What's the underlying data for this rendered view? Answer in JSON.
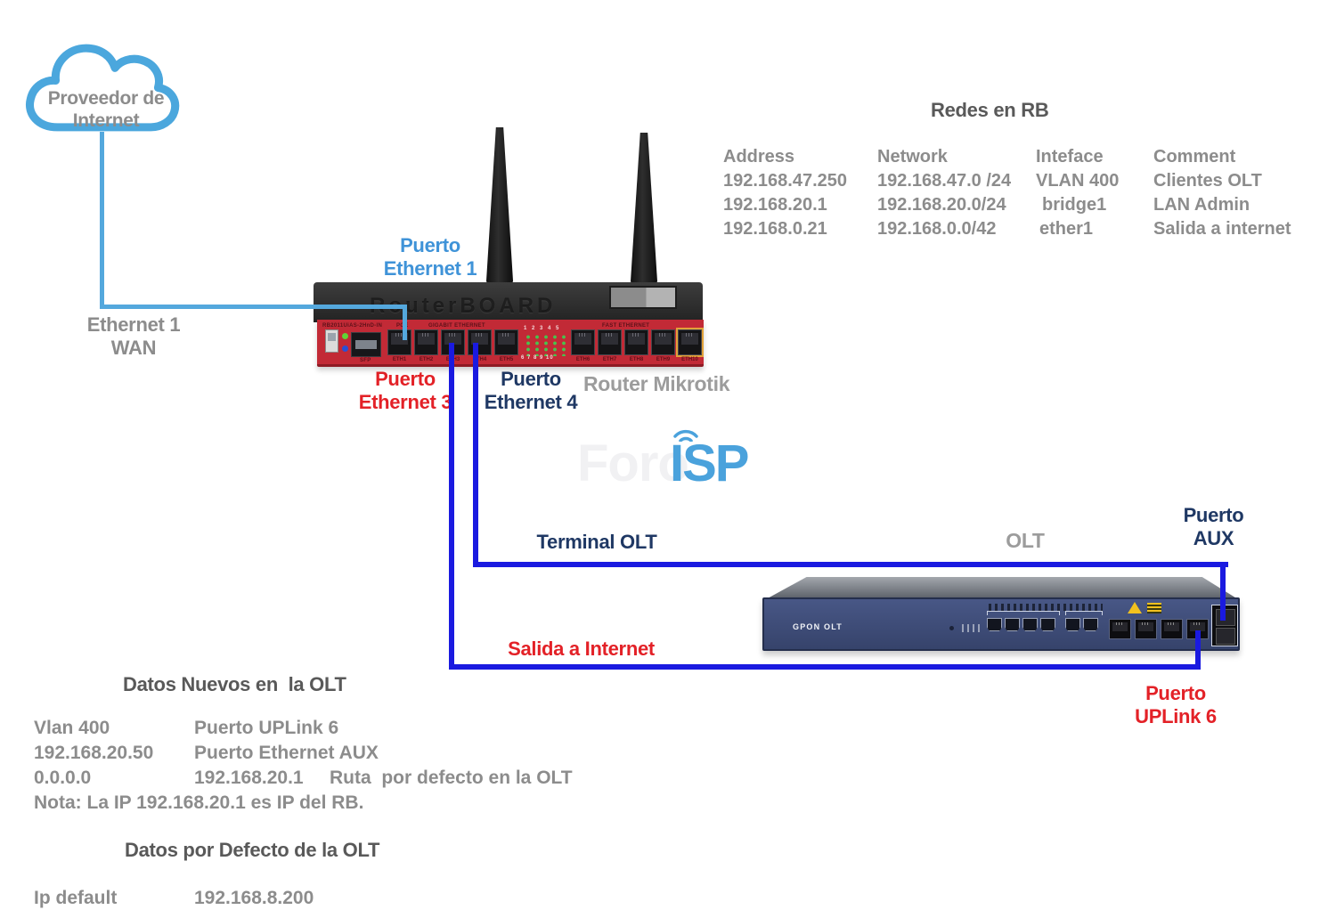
{
  "cloud": {
    "line1": "Proveedor de",
    "line2": "Internet"
  },
  "wan_label": {
    "line1": "Ethernet 1",
    "line2": "WAN"
  },
  "router": {
    "name_label": "Router Mikrotik",
    "model_text": "RB2011UiAS-2HnD-IN",
    "embossed_brand": "RouterBOARD",
    "poe_label": "POE",
    "sfp_label": "SFP",
    "gigabit_label": "GIGABIT ETHERNET",
    "fast_label": "FAST ETHERNET",
    "gig_ports": [
      "ETH1",
      "ETH2",
      "ETH3",
      "ETH4",
      "ETH5"
    ],
    "fast_ports": [
      "ETH6",
      "ETH7",
      "ETH8",
      "ETH9",
      "ETH10"
    ],
    "led_top": "1 2 3 4 5",
    "led_bottom": "6 7 8 9 10"
  },
  "labels": {
    "puerto_eth1": {
      "line1": "Puerto",
      "line2": "Ethernet 1"
    },
    "puerto_eth3": {
      "line1": "Puerto",
      "line2": "Ethernet 3"
    },
    "puerto_eth4": {
      "line1": "Puerto",
      "line2": "Ethernet 4"
    },
    "terminal_olt": "Terminal OLT",
    "salida_internet": "Salida a Internet",
    "olt_name": "OLT",
    "puerto_aux": {
      "line1": "Puerto",
      "line2": "AUX"
    },
    "puerto_uplink": {
      "line1": "Puerto",
      "line2": "UPLink 6"
    }
  },
  "redes_table": {
    "title": "Redes en RB",
    "headers": [
      "Address",
      "Network",
      "Inteface",
      "Comment"
    ],
    "rows": [
      [
        "192.168.47.250",
        "192.168.47.0 /24",
        "VLAN 400",
        "Clientes OLT"
      ],
      [
        "192.168.20.1",
        "192.168.20.0/24",
        "bridge1",
        "LAN Admin"
      ],
      [
        "192.168.0.21",
        "192.168.0.0/42",
        "ether1",
        "Salida a internet"
      ]
    ]
  },
  "olt": {
    "panel_text": "GPON OLT"
  },
  "watermark": {
    "foro": "Foro",
    "isp": "ISP"
  },
  "datos_nuevos": {
    "title": "Datos Nuevos en  la OLT",
    "rows": [
      {
        "c1": "Vlan 400",
        "c2": "Puerto UPLink 6",
        "c3": ""
      },
      {
        "c1": "192.168.20.50",
        "c2": "Puerto Ethernet AUX",
        "c3": ""
      },
      {
        "c1": "0.0.0.0",
        "c2": "192.168.20.1",
        "c3": "Ruta  por defecto en la OLT"
      }
    ],
    "note": "Nota: La IP 192.168.20.1 es IP del RB."
  },
  "datos_defecto": {
    "title": "Datos por Defecto de la OLT",
    "label": "Ip default",
    "value": "192.168.8.200"
  },
  "colors": {
    "wire_dark_blue": "#1a1ae0",
    "wire_light_blue": "#54a8dd",
    "label_red": "#e32127",
    "label_navy": "#1f3864",
    "label_light_blue": "#3f93d8",
    "text_gray": "#8c8c8c",
    "title_gray": "#595959",
    "router_red": "#c22a36",
    "olt_navy": "#3d4c78"
  }
}
